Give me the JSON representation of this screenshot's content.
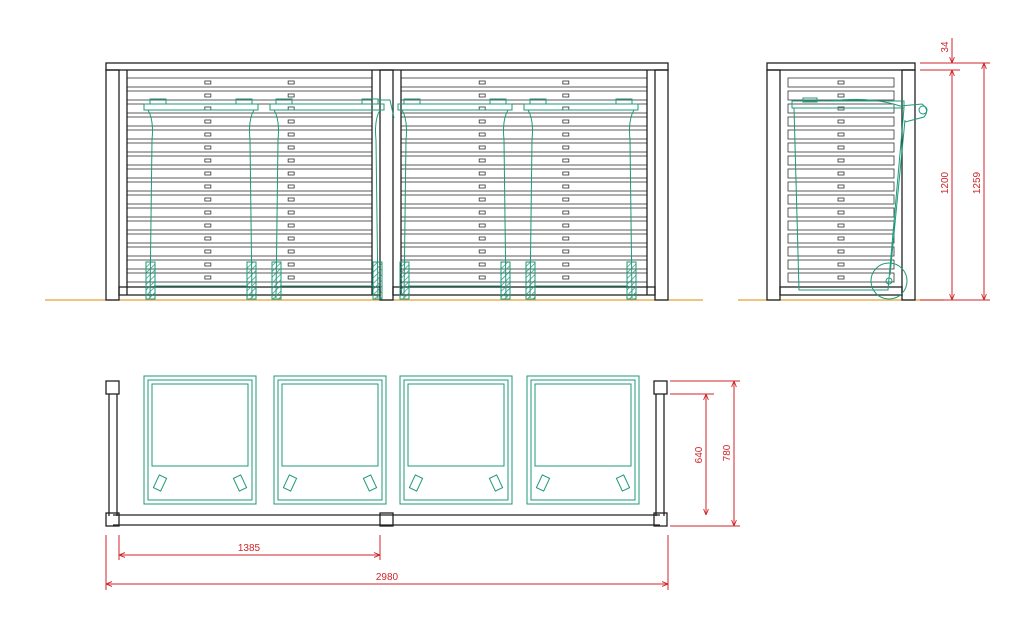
{
  "colors": {
    "structure": "#222222",
    "bins": "#1e9a7a",
    "dimensions": "#d0252b",
    "ground": "#e8a030"
  },
  "dimensions": {
    "roof_thickness": "34",
    "height_inner": "1200",
    "height_total": "1259",
    "bin_depth": "640",
    "plan_depth": "780",
    "bay_width": "1385",
    "total_width": "2980"
  }
}
